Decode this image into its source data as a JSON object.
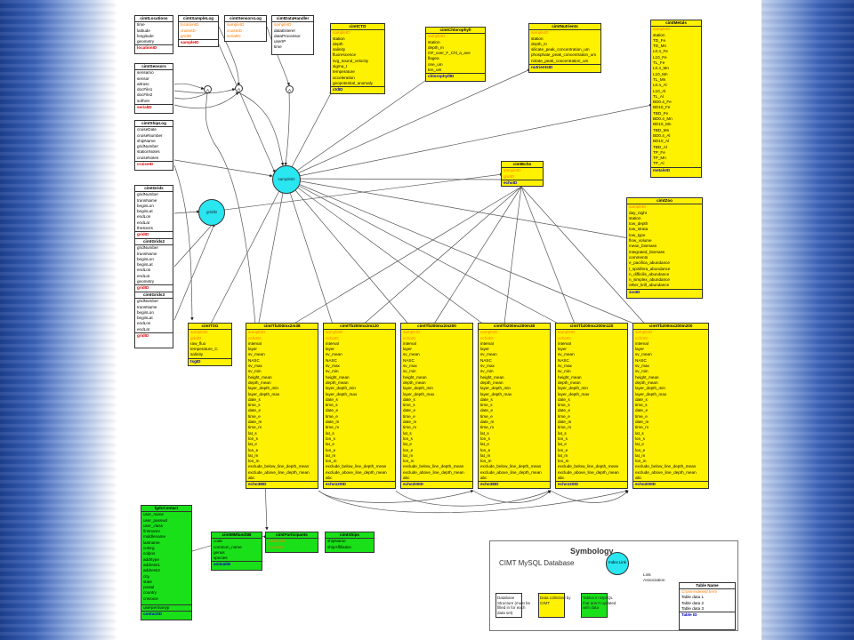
{
  "tables": {
    "locations": {
      "name": "cimtLocations",
      "plain": [
        "time",
        "latitude",
        "longitude",
        "geometry"
      ],
      "key": "locationID"
    },
    "samplelog": {
      "name": "cimtSampleLog",
      "orange": [
        "locationID",
        "cruiseID",
        "gridID"
      ],
      "key": "sampleID"
    },
    "sensorslog": {
      "name": "cimtSensorsLog",
      "orange": [
        "sampleID",
        "cruiseID",
        "serialID"
      ],
      "plain": [],
      "key": ""
    },
    "datahandler": {
      "name": "cimtDataHandler",
      "orange": [
        "sampleID"
      ],
      "plain": [
        "dataEnterer",
        "dataProcessor",
        "userIP",
        "time"
      ]
    },
    "sensors": {
      "name": "cimtSensors",
      "plain": [
        "sensamo",
        "sensor",
        "attrasc",
        "docFile1",
        "docFile2",
        "softVer"
      ],
      "key": "serialID"
    },
    "shiplog": {
      "name": "cimtShipLog",
      "plain": [
        "cruiseDate",
        "cruiseNumber",
        "shipName",
        "gridNumber",
        "stationNotes",
        "cruiseNotes"
      ],
      "key": "cruiseID"
    },
    "grids": {
      "name": "cimtGrids",
      "plain": [
        "gridNumber",
        "transName",
        "beginLon",
        "beginLat",
        "endLon",
        "endLat",
        "theSects"
      ],
      "key": "gridID"
    },
    "grids2": {
      "name": "cimtGrids2",
      "plain": [
        "gridNumber",
        "transName",
        "beginLon",
        "beginLat",
        "endLon",
        "endLat",
        "geometry"
      ],
      "key": "gridID"
    },
    "grids3": {
      "name": "cimtGrids3",
      "plain": [
        "gridNumber",
        "transName",
        "beginLon",
        "beginLat",
        "endLon",
        "endLat"
      ],
      "key": "gridID"
    },
    "ctd": {
      "name": "cimtCTD",
      "orange": [
        "sampleID"
      ],
      "plain": [
        "station",
        "depth",
        "salinity",
        "fluorescence",
        "svg_sound_velocity",
        "sigma_t",
        "temperature",
        "acceleration",
        "geopotential_anomaly"
      ],
      "key": "ctdID"
    },
    "chlorophyll": {
      "name": "cimtChlorophyll",
      "orange": [
        "sampleID"
      ],
      "plain": [
        "station",
        "depth_m",
        "GF_over_F_Chl_a_ave",
        "flagea",
        "one_um",
        "ten_um"
      ],
      "key": "chlorophyllID"
    },
    "nutrients": {
      "name": "cimtNutrients",
      "orange": [
        "sampleID"
      ],
      "plain": [
        "station",
        "depth_m",
        "silicate_peak_concentration_um",
        "phosphate_peak_concentration_um",
        "nitrate_peak_concentration_um"
      ],
      "key": "nutrientsID"
    },
    "metals": {
      "name": "cimtMetals",
      "orange": [
        "sampleID"
      ],
      "plain": [
        "station",
        "TD_Fe",
        "TD_Mn",
        "L0.4_Fe",
        "L10_Fe",
        "TL_Fe",
        "L0.4_Mn",
        "L10_Mn",
        "TL_Mn",
        "L0.4_Al",
        "L10_Al",
        "TL_Al",
        "BD0.4_Fe",
        "BD10_Fe",
        "TBD_Fe",
        "BD0.4_Mn",
        "BD10_Mn",
        "TBD_Mn",
        "BD0.4_Al",
        "BD10_Al",
        "TBD_Al",
        "TP_Fe",
        "TP_Mn",
        "TP_Al"
      ],
      "key": "metalsID"
    },
    "echo": {
      "name": "cimtEcho",
      "orange": [
        "sampleID",
        "gridID"
      ],
      "plain": [],
      "key": "echoID"
    },
    "zoo": {
      "name": "cimtZoo",
      "orange": [
        "sampleID"
      ],
      "plain": [
        "day_night",
        "station",
        "tow_depth",
        "tow_strata",
        "tow_type",
        "flow_volume",
        "mean_biomass",
        "integrated_biomass",
        "comments",
        "e_pacifica_abundance",
        "t_spinifera_abundance",
        "n_difficilis_abundance",
        "n_simplex_abundance",
        "other_krill_abundance"
      ],
      "key": "zooID"
    },
    "tsg": {
      "name": "cimtTSG",
      "orange": [
        "sampleID",
        "gridID"
      ],
      "plain": [
        "raw_fluo",
        "temperature_C",
        "salinity"
      ],
      "key": "tsgID"
    },
    "tb1": {
      "name": "cimtTb200mx2m38",
      "orange": [
        "sampleID",
        "echoID"
      ],
      "key": "echo38ID"
    },
    "tb2": {
      "name": "cimtTb200mx2m120",
      "orange": [
        "sampleID",
        "echoID"
      ],
      "key": "echo120ID"
    },
    "tb3": {
      "name": "cimtTb200mx2m200",
      "orange": [
        "sampleID",
        "echoID"
      ],
      "key": "echo200ID"
    },
    "tb4": {
      "name": "cimtTb200mx200m38",
      "orange": [
        "sampleID",
        "echoID"
      ],
      "key": "echo38ID"
    },
    "tb5": {
      "name": "cimtTb200mx200m120",
      "orange": [
        "sampleID",
        "echoID"
      ],
      "key": "echo120ID"
    },
    "tb6": {
      "name": "cimtTb200mx200m200",
      "orange": [
        "sampleID",
        "echoID"
      ],
      "key": "echo200ID"
    },
    "contact": {
      "name": "fgdcContact",
      "plain": [
        "user_name",
        "user_passwd",
        "user_class",
        "firstname",
        "middlename",
        "lastname",
        "colorg",
        "colpos",
        "addrtype",
        "address1",
        "address2",
        "city",
        "state",
        "postal",
        "country",
        "cntvoice"
      ],
      "extra": [
        "userpermanyp"
      ],
      "key": "contactID"
    },
    "mmlandsb": {
      "name": "cimtMMlandSB",
      "plain": [
        "code",
        "common_name",
        "genus",
        "species"
      ],
      "key": "animalID"
    },
    "participants": {
      "name": "cimtParticipants",
      "orange": [
        "contactID",
        "cruiseID"
      ],
      "plain": []
    },
    "ships": {
      "name": "cimtShips",
      "plain": [
        "shipName",
        "shipAffiliation"
      ]
    }
  },
  "tb_fields": [
    "interval",
    "layer",
    "sv_mean",
    "NASC",
    "sv_max",
    "sv_min",
    "height_mean",
    "depth_mean",
    "layer_depth_min",
    "layer_depth_max",
    "date_s",
    "time_s",
    "date_e",
    "time_e",
    "date_m",
    "time_m",
    "lat_s",
    "lon_s",
    "lat_e",
    "lon_e",
    "lat_m",
    "lon_m",
    "exclude_below_line_depth_mean",
    "exclude_above_line_depth_mean",
    "abc"
  ],
  "hubs": {
    "sample": "sampleID",
    "grid": "gridID"
  },
  "junction_label": "A",
  "legend": {
    "title": "Symbology",
    "subtitle": "CIMT MySQL Database",
    "link_hub": "Index Link",
    "link_label": "Link\nAssociation",
    "box_white": "Database Structure (must be filled in for each data set)",
    "box_yellow": "Data collected by CIMT",
    "box_green": "Tables in MySQL that aren't updated with data",
    "table_name": "Table Name",
    "table_cross": "Cross-indexed term",
    "table_data": [
      "Table data 1",
      "Table data 2",
      "Table data 3"
    ],
    "table_id": "Table ID"
  },
  "colors": {
    "white": "#ffffff",
    "yellow": "#fff200",
    "green": "#19e019",
    "hub": "#29e6f0",
    "key_white": "#e00000",
    "key_color": "#0000c0",
    "foreign": "#ff7b00"
  }
}
